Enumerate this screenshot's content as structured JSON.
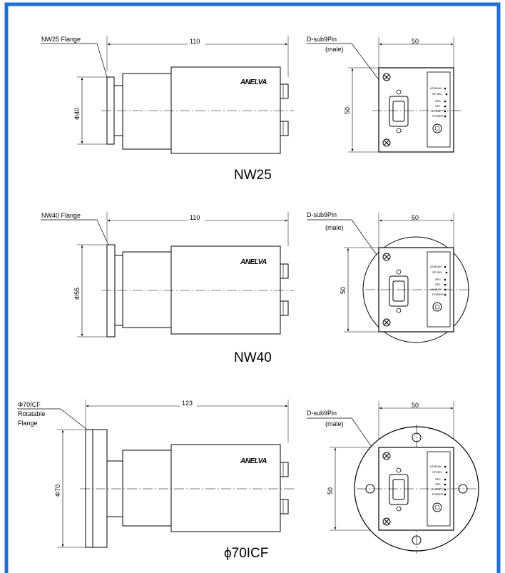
{
  "drawings": [
    {
      "flange_label": [
        "NW25 Flange"
      ],
      "length": "110",
      "diameter": "Φ40",
      "model": "NW25",
      "connector_label": "D-sub9Pin",
      "connector_sub": "(male)",
      "width": "50",
      "height": "50"
    },
    {
      "flange_label": [
        "NW40 Flange"
      ],
      "length": "110",
      "diameter": "Φ55",
      "model": "NW40",
      "connector_label": "D-sub9Pin",
      "connector_sub": "(male)",
      "width": "50",
      "height": "50"
    },
    {
      "flange_label": [
        "Φ70ICF",
        "Rotatable",
        "Flange"
      ],
      "length": "123",
      "diameter": "Φ70",
      "model": "ϕ70ICF",
      "connector_label": "D-sub9Pin",
      "connector_sub": "(male)",
      "width": "50",
      "height": "50"
    }
  ],
  "brand": "ANELVA",
  "panel_labels": [
    "ATM/VAC",
    "SP-SEL",
    "SP2",
    "SP1",
    "HV/EXP",
    "POWER"
  ],
  "colors": {
    "frame": "#1f6fd6",
    "line": "#000000",
    "body": "#ffffff"
  }
}
